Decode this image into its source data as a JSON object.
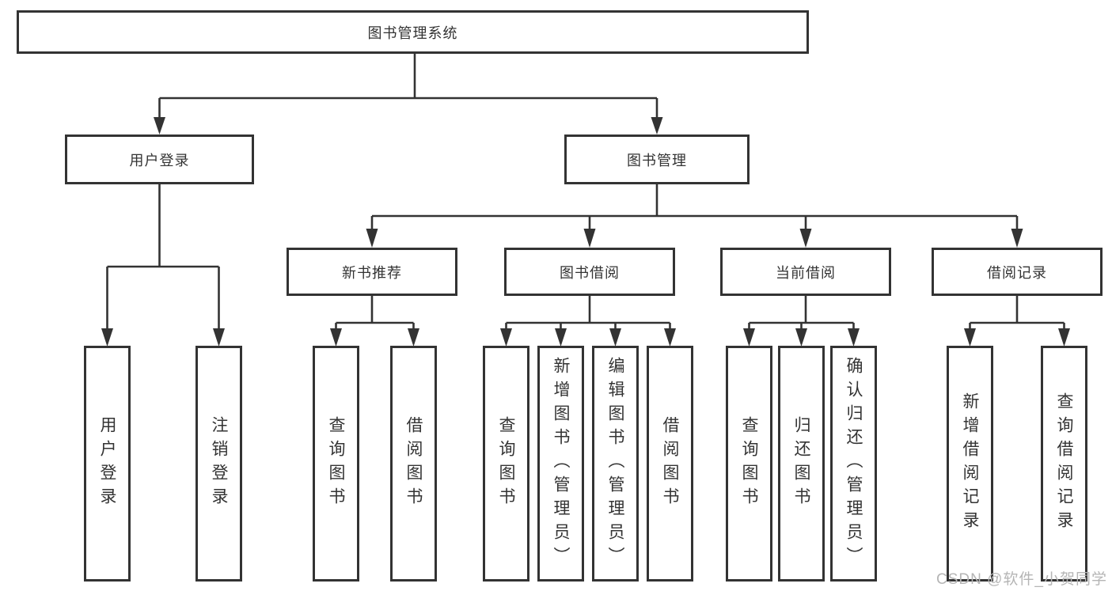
{
  "diagram_title": "图书管理系统",
  "colors": {
    "line": "#333333",
    "node_border": "#333333",
    "text": "#333333",
    "background": "#ffffff",
    "watermark": "#b5b5b5"
  },
  "tree": {
    "root": {
      "label": "图书管理系统"
    },
    "level1": [
      {
        "label": "用户登录"
      },
      {
        "label": "图书管理"
      }
    ],
    "level2": [
      {
        "label": "新书推荐",
        "parent": "图书管理"
      },
      {
        "label": "图书借阅",
        "parent": "图书管理"
      },
      {
        "label": "当前借阅",
        "parent": "图书管理"
      },
      {
        "label": "借阅记录",
        "parent": "图书管理"
      }
    ],
    "leaves": [
      {
        "group": "用户登录",
        "label": "用户登录"
      },
      {
        "group": "用户登录",
        "label": "注销登录"
      },
      {
        "group": "新书推荐",
        "label": "查询图书"
      },
      {
        "group": "新书推荐",
        "label": "借阅图书"
      },
      {
        "group": "图书借阅",
        "label": "查询图书"
      },
      {
        "group": "图书借阅",
        "label": "新增图书（管理员）"
      },
      {
        "group": "图书借阅",
        "label": "编辑图书（管理员）"
      },
      {
        "group": "图书借阅",
        "label": "借阅图书"
      },
      {
        "group": "当前借阅",
        "label": "查询图书"
      },
      {
        "group": "当前借阅",
        "label": "归还图书"
      },
      {
        "group": "当前借阅",
        "label": "确认归还（管理员）"
      },
      {
        "group": "借阅记录",
        "label": "新增借阅记录"
      },
      {
        "group": "借阅记录",
        "label": "查询借阅记录"
      }
    ]
  },
  "watermark": {
    "text": "CSDN @软件_小贺同学"
  }
}
